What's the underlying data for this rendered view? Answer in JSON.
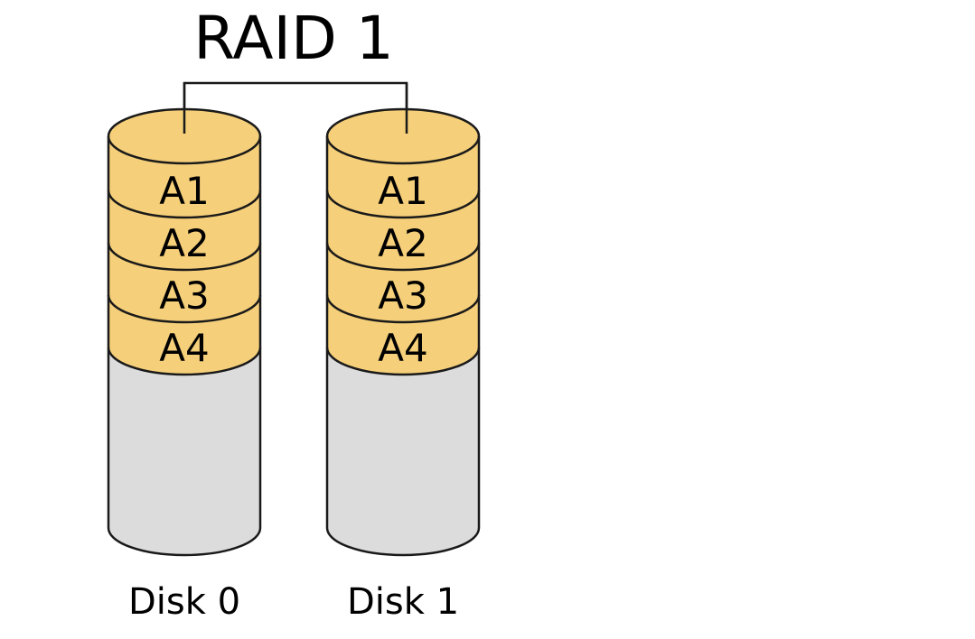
{
  "diagram": {
    "title": "RAID 1",
    "colors": {
      "data_block": "#f5cf79",
      "empty_space": "#dcdcdc",
      "outline": "#1a1a1a"
    },
    "disks": [
      {
        "label": "Disk 0",
        "blocks": [
          "A1",
          "A2",
          "A3",
          "A4"
        ]
      },
      {
        "label": "Disk 1",
        "blocks": [
          "A1",
          "A2",
          "A3",
          "A4"
        ]
      }
    ]
  }
}
